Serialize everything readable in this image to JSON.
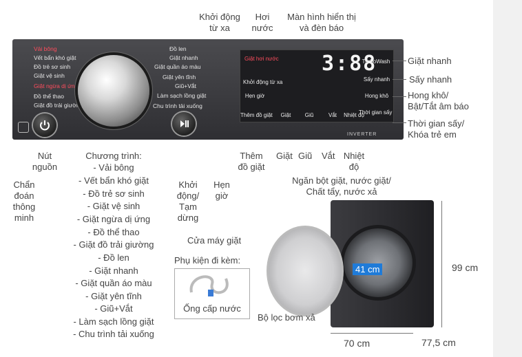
{
  "top_labels": {
    "remote": "Khởi động\ntừ xa",
    "steam": "Hơi\nnước",
    "display": "Màn hình hiển thị\nvà đèn báo"
  },
  "right_labels": {
    "quick_wash": "Giặt nhanh",
    "quick_dry": "Sấy nhanh",
    "dry_alarm": "Hong khô/\nBật/Tắt âm báo",
    "dry_time": "Thời gian sấy/\nKhóa trẻ em"
  },
  "bottom_labels": {
    "power": "Nút\nnguồn",
    "diagnosis": "Chẩn\nđoán\nthông\nminh",
    "programs_title": "Chương trình:",
    "start_pause": "Khởi\nđộng/\nTạm\ndừng",
    "timer": "Hẹn\ngiờ",
    "add_wash": "Thêm\nđồ giặt",
    "wash": "Giặt",
    "rinse": "Giũ",
    "spin": "Vắt",
    "temp": "Nhiệt\nđộ",
    "detergent": "Ngăn bột giặt, nước giặt/\nChất tẩy, nước xả",
    "door": "Cửa máy giặt",
    "accessory": "Phụ kiện đi kèm:",
    "hose": "Ống cấp nước",
    "filter": "Bộ lọc bơm xả"
  },
  "programs": [
    "- Vải bông",
    "- Vết bẩn khó giặt",
    "- Đồ trẻ sơ sinh",
    "- Giặt vệ sinh",
    "- Giặt ngừa dị ứng",
    "- Đồ thể thao",
    "- Giặt đồ trải giường",
    "- Đồ len",
    "- Giặt nhanh",
    "- Giặt quần áo màu",
    "- Giặt yên tĩnh",
    "- Giũ+Vắt",
    "- Làm sạch lồng giặt",
    "- Chu trình tải xuống"
  ],
  "panel": {
    "left_programs": [
      "Vải bông",
      "Vết bẩn khó giặt",
      "Đồ trẻ sơ sinh",
      "Giặt vệ sinh",
      "Giặt ngừa dị ứng",
      "Đồ thể thao",
      "Giặt đồ trải giường"
    ],
    "right_programs": [
      "Đồ len",
      "Giặt nhanh",
      "Giặt quần áo màu",
      "Giặt yên tĩnh",
      "Giũ+Vắt",
      "Làm sạch lồng giặt",
      "Chu trình tải xuống"
    ],
    "display_time": "3:88",
    "steam_btn": "Giặt hơi nước",
    "remote_btn": "Khởi động từ xa",
    "timer_btn": "Hẹn giờ",
    "add_btn": "Thêm đồ giặt",
    "wash_btn": "Giặt",
    "rinse_btn": "Giũ",
    "spin_btn": "Vắt",
    "temp_btn": "Nhiệt độ",
    "turbo_btn": "TurboWash",
    "quickdry_btn": "Sấy nhanh",
    "drying_btn": "Hong khô",
    "drytime_btn": "Thời gian sấy",
    "inverter": "INVERTER"
  },
  "dimensions": {
    "height": "99 cm",
    "width": "70 cm",
    "depth": "77,5 cm",
    "drum": "41 cm"
  },
  "colors": {
    "panel": "#3a3a3e",
    "accent_red": "#ff4d5d",
    "drum_label": "#1f7bd8"
  }
}
